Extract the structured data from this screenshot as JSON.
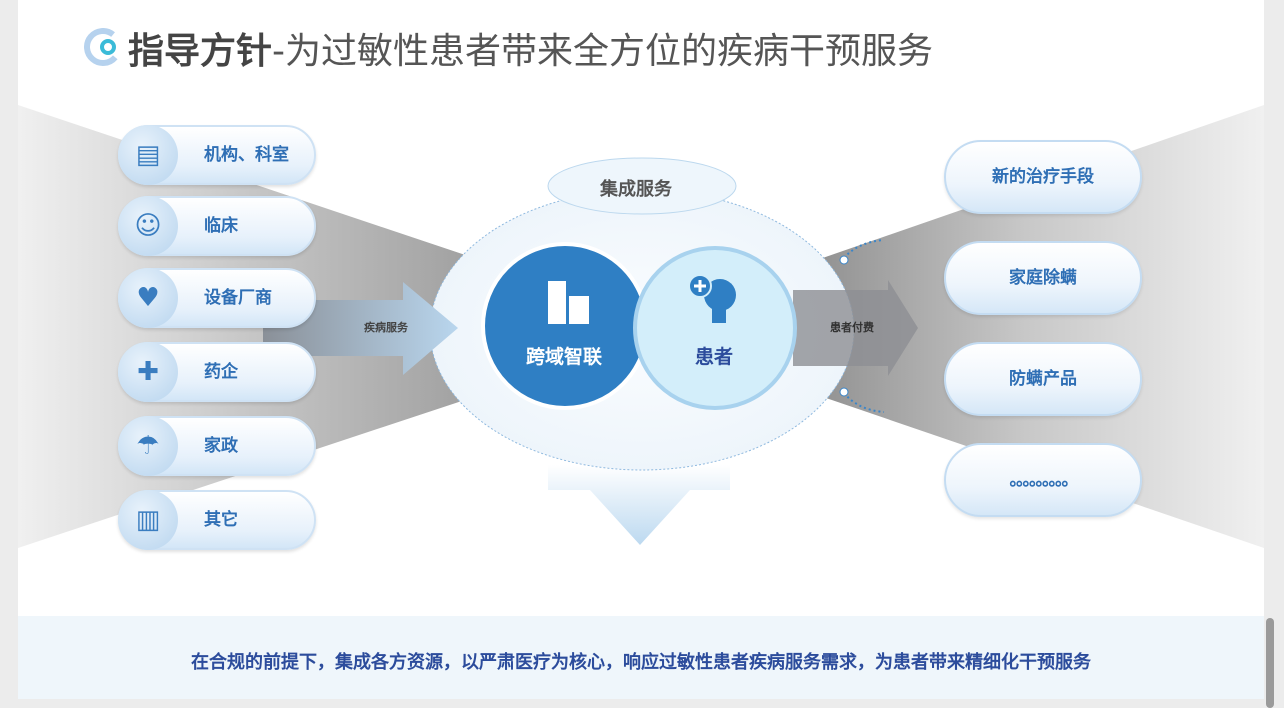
{
  "title": {
    "bold": "指导方针",
    "rest": "-为过敏性患者带来全方位的疾病干预服务"
  },
  "left_items": [
    {
      "label": "机构、科室",
      "icon": "hospital-bed-icon"
    },
    {
      "label": "临床",
      "icon": "doctor-icon"
    },
    {
      "label": "设备厂商",
      "icon": "medical-device-icon"
    },
    {
      "label": "药企",
      "icon": "medicine-kit-icon"
    },
    {
      "label": "家政",
      "icon": "housekeeping-icon"
    },
    {
      "label": "其它",
      "icon": "box-icon"
    }
  ],
  "left_arrow_label": "疾病服务",
  "center": {
    "top_label": "集成服务",
    "platform": "跨域智联",
    "patient": "患者"
  },
  "right_arrow_label": "患者付费",
  "right_items": [
    "新的治疗手段",
    "家庭除螨",
    "防螨产品",
    "。。。。。。。。。"
  ],
  "footer": "在合规的前提下，集成各方资源，以严肃医疗为核心，响应过敏性患者疾病服务需求，为患者带来精细化干预服务",
  "colors": {
    "primary": "#2f7fc4",
    "light": "#d3eefa",
    "text": "#2f6fb5",
    "footer_text": "#2c4c9c"
  }
}
